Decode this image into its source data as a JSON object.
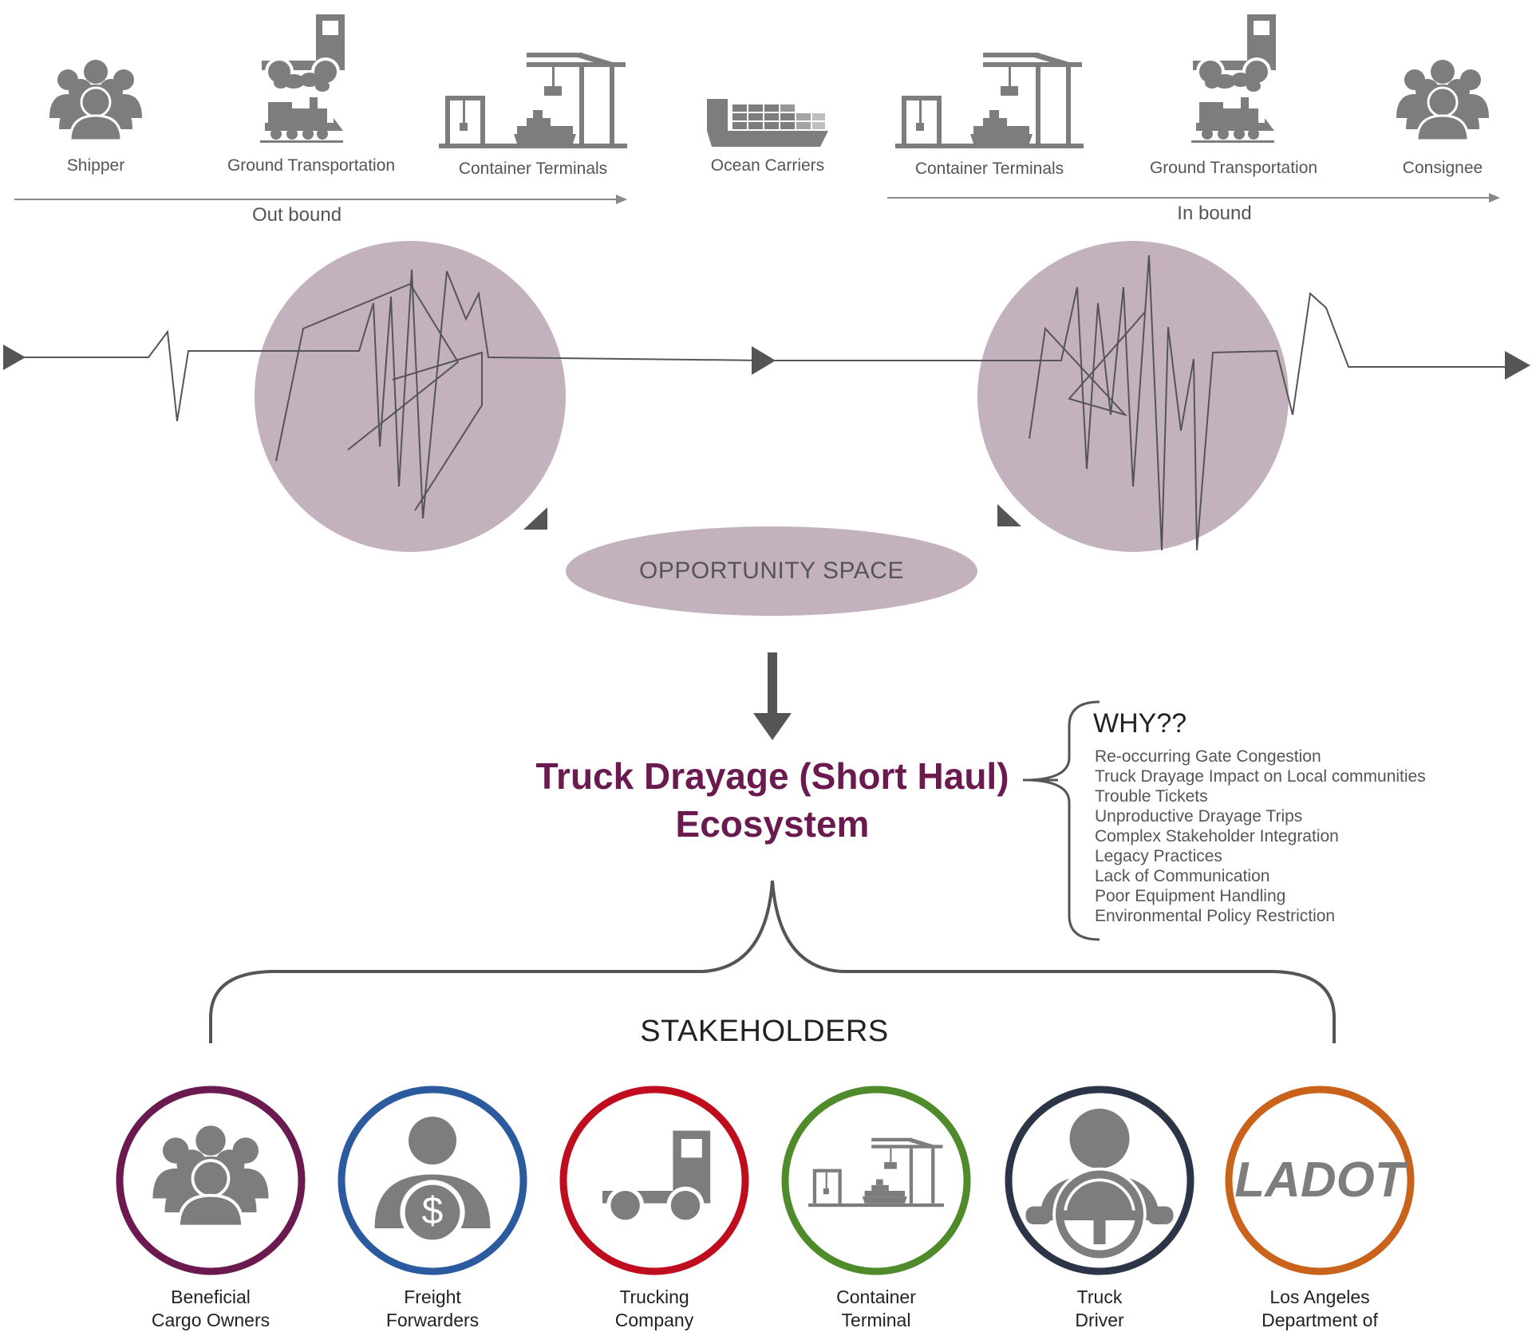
{
  "supply_chain": {
    "shipper": "Shipper",
    "ground_out": "Ground Transportation",
    "terminal_out": "Container Terminals",
    "ocean": "Ocean Carriers",
    "terminal_in": "Container Terminals",
    "ground_in": "Ground Transportation",
    "consignee": "Consignee"
  },
  "flows": {
    "outbound": "Out bound",
    "inbound": "In bound"
  },
  "opportunity": "OPPORTUNITY SPACE",
  "ecosystem": {
    "line1": "Truck Drayage (Short Haul)",
    "line2": "Ecosystem"
  },
  "why": {
    "title": "WHY??",
    "items": [
      "Re-occurring Gate Congestion",
      "Truck Drayage Impact on Local communities",
      "Trouble Tickets",
      "Unproductive Drayage Trips",
      "Complex Stakeholder Integration",
      "Legacy Practices",
      "Lack of Communication",
      "Poor Equipment Handling",
      "Environmental Policy Restriction"
    ]
  },
  "stakeholders": {
    "title": "STAKEHOLDERS",
    "items": [
      {
        "line1": "Beneficial",
        "line2": "Cargo Owners",
        "color": "#6b1a4f",
        "icon": "group-icon"
      },
      {
        "line1": "Freight",
        "line2": "Forwarders",
        "color": "#2c5a9e",
        "icon": "person-dollar-icon"
      },
      {
        "line1": "Trucking",
        "line2": "Company",
        "color": "#c00d1e",
        "icon": "truck-icon"
      },
      {
        "line1": "Container",
        "line2": "Terminal",
        "color": "#4f8a2b",
        "icon": "terminal-crane-icon"
      },
      {
        "line1": "Truck",
        "line2": "Driver",
        "color": "#2b3547",
        "icon": "driver-icon"
      },
      {
        "line1": "Los Angeles",
        "line2": "Department of",
        "color": "#c9621b",
        "icon": "ladot-logo",
        "logo_text": "LADOT"
      }
    ]
  },
  "colors": {
    "disruption_circle": "#c3b2bd",
    "icon_gray": "#7d7d7d",
    "eco_text": "#6b1a4f"
  }
}
